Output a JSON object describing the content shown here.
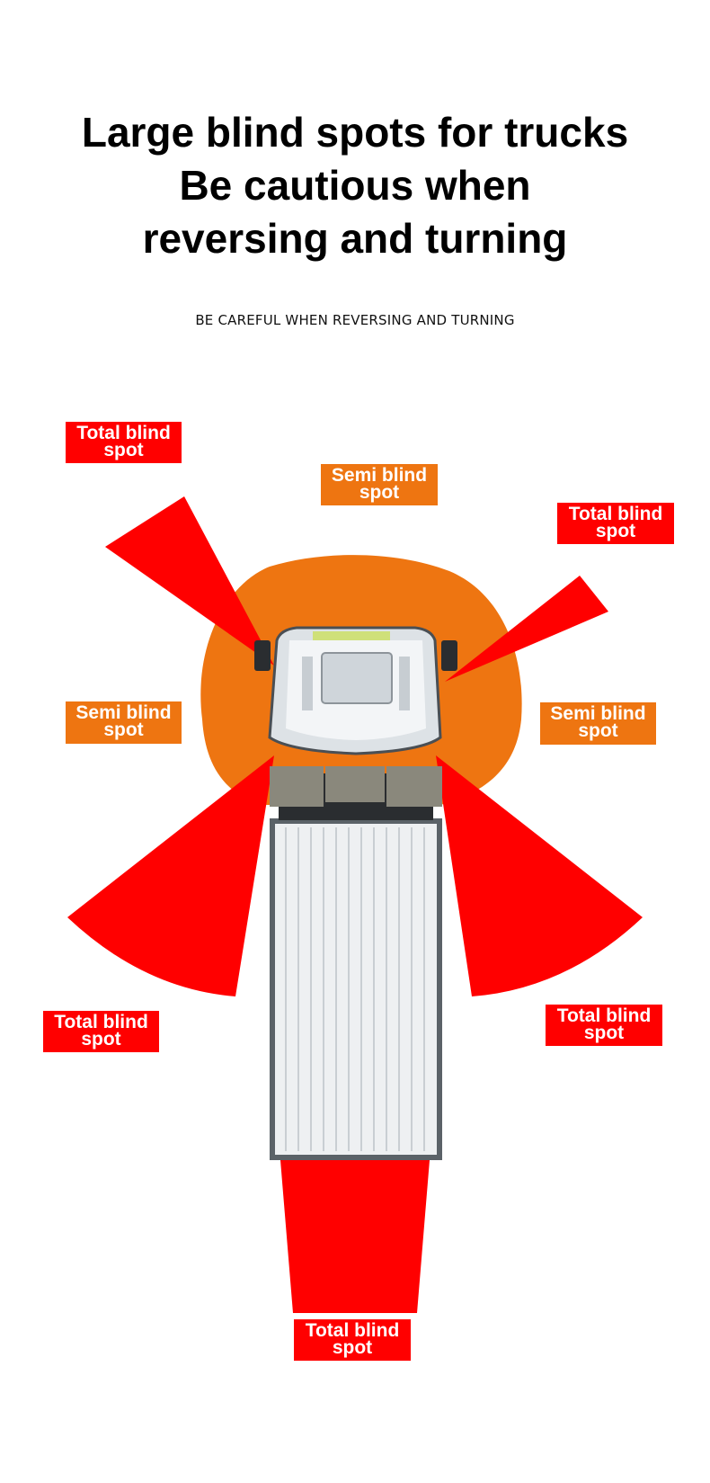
{
  "title_lines": [
    "Large blind spots for trucks",
    "Be cautious when",
    "reversing and turning"
  ],
  "subtitle": "BE CAREFUL WHEN REVERSING AND TURNING",
  "colors": {
    "total": "#ff0000",
    "semi": "#ee7511",
    "truck": "#e9ecef",
    "truck_outline": "#5b6268"
  },
  "labels": {
    "total_top_left": {
      "line1": "Total blind",
      "line2": "spot"
    },
    "semi_top": {
      "line1": "Semi blind",
      "line2": "spot"
    },
    "total_top_right": {
      "line1": "Total blind",
      "line2": "spot"
    },
    "semi_left": {
      "line1": "Semi blind",
      "line2": "spot"
    },
    "semi_right": {
      "line1": "Semi blind",
      "line2": "spot"
    },
    "total_bottom_left": {
      "line1": "Total blind",
      "line2": "spot"
    },
    "total_bottom_right": {
      "line1": "Total blind",
      "line2": "spot"
    },
    "total_rear": {
      "line1": "Total blind",
      "line2": "spot"
    }
  }
}
